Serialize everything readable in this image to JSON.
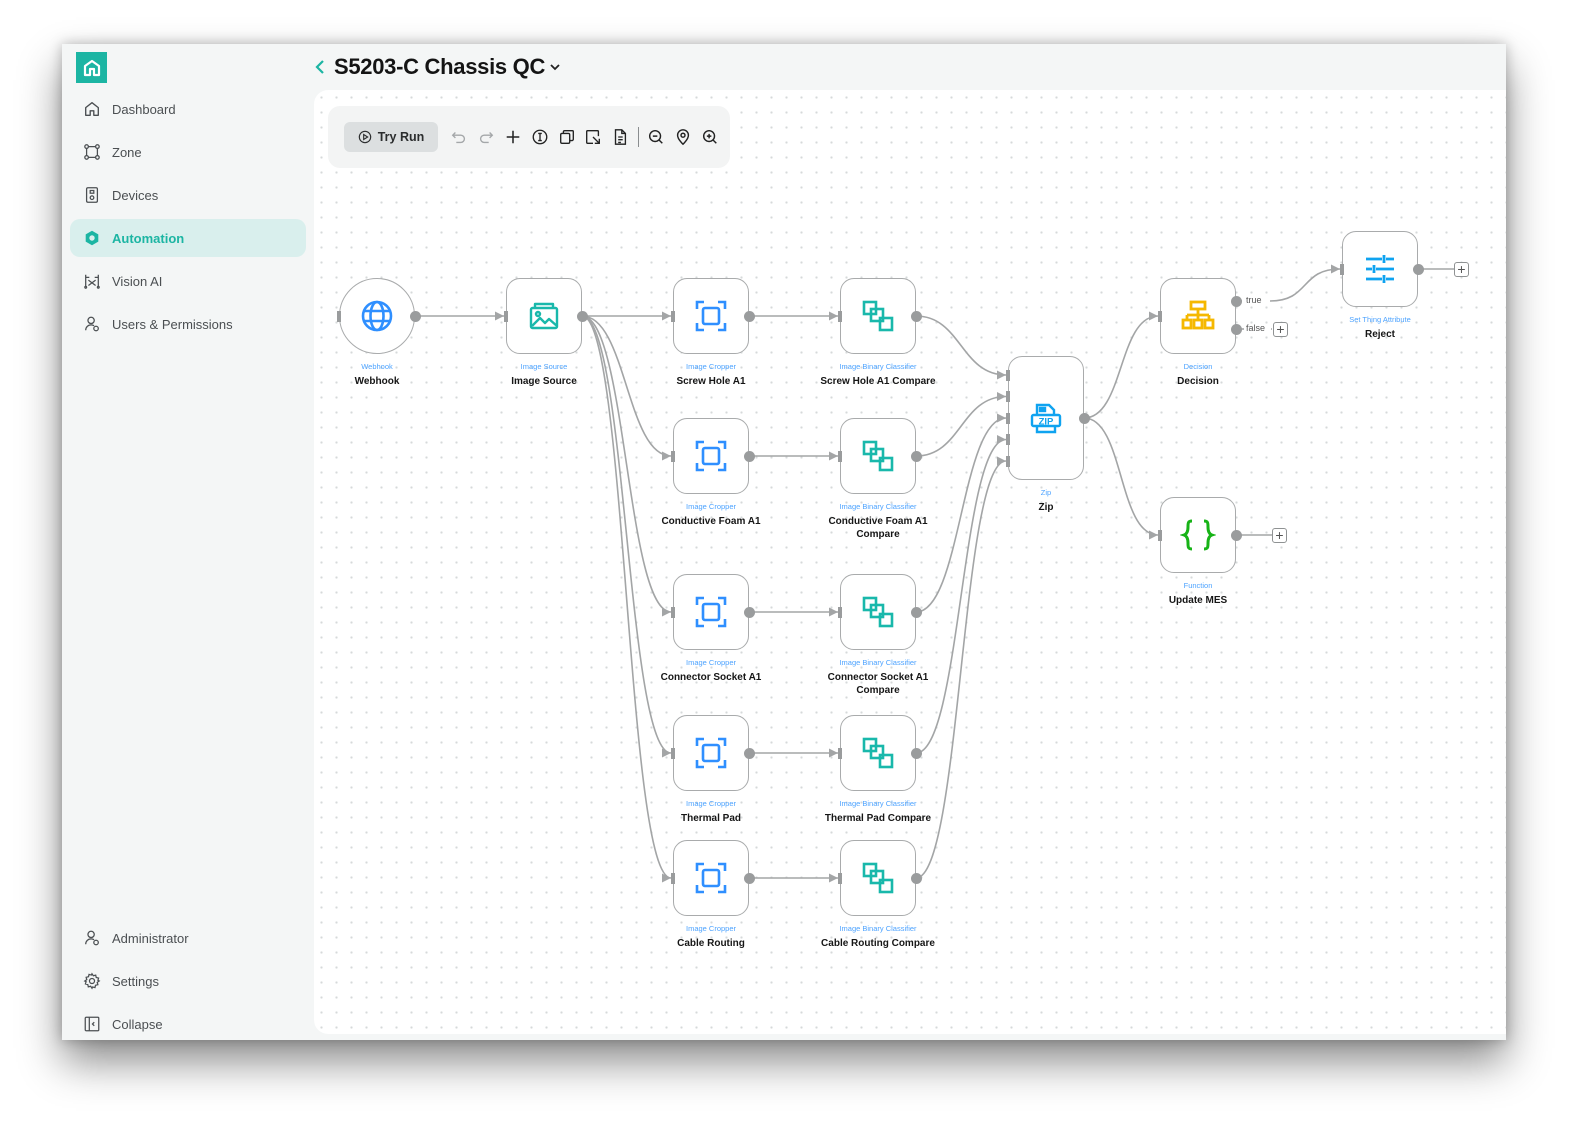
{
  "app": {
    "logo": "home-logo",
    "title": "S5203-C Chassis QC"
  },
  "sidebar": {
    "items": [
      {
        "label": "Dashboard",
        "icon": "home-icon",
        "active": false
      },
      {
        "label": "Zone",
        "icon": "zone-icon",
        "active": false
      },
      {
        "label": "Devices",
        "icon": "device-icon",
        "active": false
      },
      {
        "label": "Automation",
        "icon": "automation-icon",
        "active": true
      },
      {
        "label": "Vision AI",
        "icon": "vision-icon",
        "active": false
      },
      {
        "label": "Users & Permissions",
        "icon": "users-icon",
        "active": false
      }
    ],
    "bottom_items": [
      {
        "label": "Administrator",
        "icon": "admin-icon"
      },
      {
        "label": "Settings",
        "icon": "gear-icon"
      },
      {
        "label": "Collapse",
        "icon": "collapse-icon"
      }
    ]
  },
  "toolbar": {
    "try_run_label": "Try Run",
    "icons": [
      "undo-icon",
      "redo-icon",
      "add-icon",
      "info-icon",
      "duplicate-icon",
      "export-icon",
      "document-icon",
      "zoom-out-icon",
      "locate-icon",
      "zoom-in-icon"
    ]
  },
  "flow": {
    "nodes": [
      {
        "id": "webhook",
        "type": "Webhook",
        "name": "Webhook"
      },
      {
        "id": "image-source",
        "type": "Image Source",
        "name": "Image Source"
      },
      {
        "id": "crop-1",
        "type": "Image Cropper",
        "name": "Screw Hole A1"
      },
      {
        "id": "cls-1",
        "type": "Image Binary Classifier",
        "name": "Screw Hole A1 Compare"
      },
      {
        "id": "crop-2",
        "type": "Image Cropper",
        "name": "Conductive Foam A1"
      },
      {
        "id": "cls-2",
        "type": "Image Binary Classifier",
        "name": "Conductive Foam A1 Compare"
      },
      {
        "id": "crop-3",
        "type": "Image Cropper",
        "name": "Connector Socket A1"
      },
      {
        "id": "cls-3",
        "type": "Image Binary Classifier",
        "name": "Connector Socket A1 Compare"
      },
      {
        "id": "crop-4",
        "type": "Image Cropper",
        "name": "Thermal Pad"
      },
      {
        "id": "cls-4",
        "type": "Image Binary Classifier",
        "name": "Thermal Pad Compare"
      },
      {
        "id": "crop-5",
        "type": "Image Cropper",
        "name": "Cable Routing"
      },
      {
        "id": "cls-5",
        "type": "Image Binary Classifier",
        "name": "Cable Routing Compare"
      },
      {
        "id": "zip",
        "type": "Zip",
        "name": "Zip"
      },
      {
        "id": "decision",
        "type": "Decision",
        "name": "Decision"
      },
      {
        "id": "reject",
        "type": "Set Thing Attribute",
        "name": "Reject"
      },
      {
        "id": "update-mes",
        "type": "Function",
        "name": "Update MES"
      }
    ],
    "branch_labels": {
      "true": "true",
      "false": "false"
    },
    "edges": [
      [
        "webhook",
        "image-source"
      ],
      [
        "image-source",
        "crop-1"
      ],
      [
        "image-source",
        "crop-2"
      ],
      [
        "image-source",
        "crop-3"
      ],
      [
        "image-source",
        "crop-4"
      ],
      [
        "image-source",
        "crop-5"
      ],
      [
        "crop-1",
        "cls-1"
      ],
      [
        "crop-2",
        "cls-2"
      ],
      [
        "crop-3",
        "cls-3"
      ],
      [
        "crop-4",
        "cls-4"
      ],
      [
        "crop-5",
        "cls-5"
      ],
      [
        "cls-1",
        "zip"
      ],
      [
        "cls-2",
        "zip"
      ],
      [
        "cls-3",
        "zip"
      ],
      [
        "cls-4",
        "zip"
      ],
      [
        "cls-5",
        "zip"
      ],
      [
        "zip",
        "decision"
      ],
      [
        "zip",
        "update-mes"
      ],
      [
        "decision:true",
        "reject"
      ]
    ],
    "colors": {
      "accent": "#1cb5a3",
      "cropper": "#2f8fff",
      "classifier": "#19b8ab",
      "decision": "#f5b800",
      "function": "#17b317",
      "zip": "#0fa3f0",
      "type_label": "#4da3ff"
    }
  }
}
